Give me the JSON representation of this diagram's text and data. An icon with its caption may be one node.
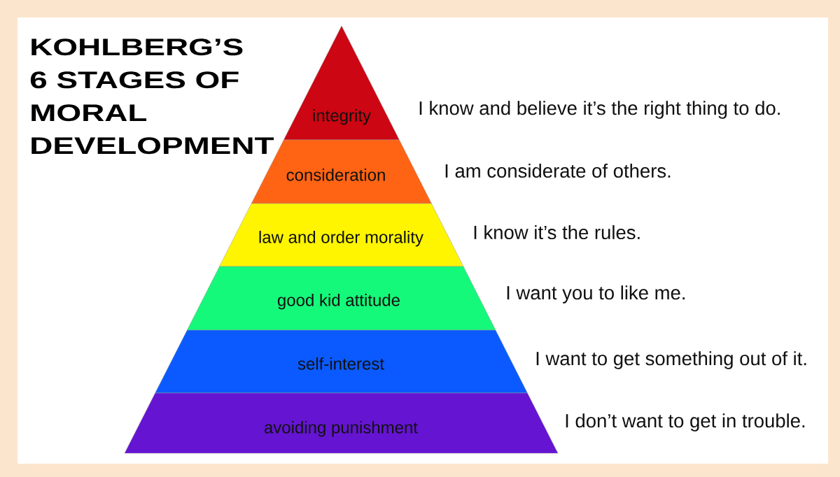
{
  "diagram": {
    "title": "KOHLBERG’S 6 STAGES OF MORAL DEVELOPMENT",
    "nodes": [
      {
        "text": [
          "integrity"
        ],
        "beside": [
          "I know and believe it’s the right thing to do."
        ]
      },
      {
        "text": [
          "consideration"
        ],
        "beside": [
          "I am considerate of others."
        ]
      },
      {
        "text": [
          "law and order morality"
        ],
        "beside": [
          "I know it’s the rules."
        ]
      },
      {
        "text": [
          "good kid attitude"
        ],
        "beside": [
          "I want you to like me."
        ]
      },
      {
        "text": [
          "self-interest"
        ],
        "beside": [
          "I want to get something out of it."
        ]
      },
      {
        "text": [
          "avoiding punishment"
        ],
        "beside": [
          "I don’t want to get in trouble."
        ]
      }
    ]
  }
}
